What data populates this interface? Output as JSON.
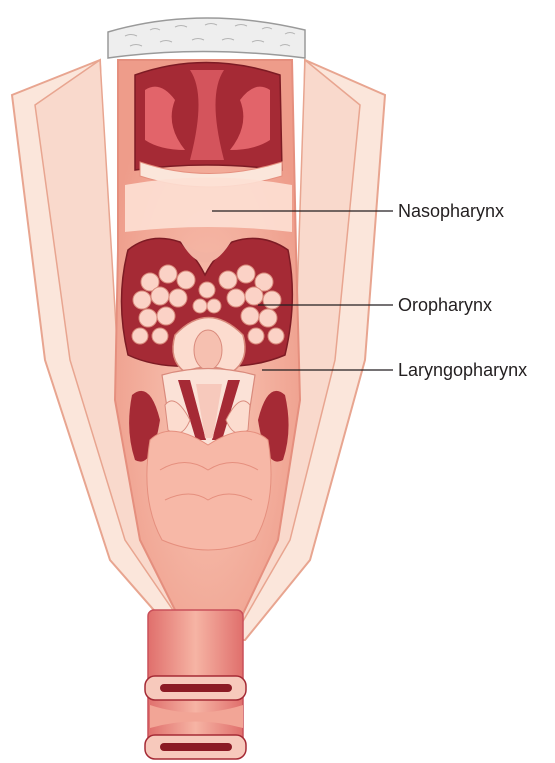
{
  "labels": {
    "nasopharynx": "Nasopharynx",
    "oropharynx": "Oropharynx",
    "laryngopharynx": "Laryngopharynx"
  },
  "colors": {
    "outer_skin": "#fbe4d8",
    "outer_outline": "#e8a590",
    "wall_light": "#fcd9cb",
    "wall_mid": "#f4b3a2",
    "cavity": "#d9565a",
    "cavity_dark": "#a52a35",
    "bone": "#eeeeee",
    "leader_line": "#231f20"
  },
  "icons": [
    "bone-cap-icon",
    "nasal-cavity-icon",
    "tonsil-icon",
    "epiglottis-icon",
    "trachea-icon"
  ]
}
